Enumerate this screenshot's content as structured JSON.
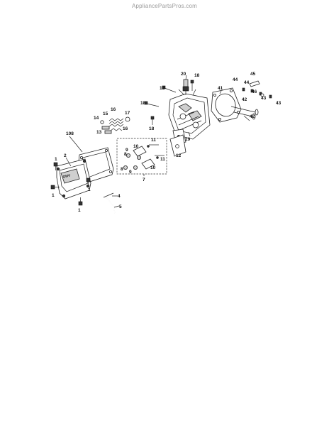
{
  "watermark": "AppliancePartsPros.com",
  "callouts": [
    {
      "id": "c1a",
      "text": "1"
    },
    {
      "id": "c1b",
      "text": "1"
    },
    {
      "id": "c1c",
      "text": "1"
    },
    {
      "id": "c1d",
      "text": "1"
    },
    {
      "id": "c2",
      "text": "2"
    },
    {
      "id": "c4",
      "text": "4"
    },
    {
      "id": "c5",
      "text": "5"
    },
    {
      "id": "c7",
      "text": "7"
    },
    {
      "id": "c8a",
      "text": "8"
    },
    {
      "id": "c8b",
      "text": "8"
    },
    {
      "id": "c9a",
      "text": "9"
    },
    {
      "id": "c9b",
      "text": "9"
    },
    {
      "id": "c10a",
      "text": "10"
    },
    {
      "id": "c10b",
      "text": "10"
    },
    {
      "id": "c11a",
      "text": "11"
    },
    {
      "id": "c11b",
      "text": "11"
    },
    {
      "id": "c12",
      "text": "12"
    },
    {
      "id": "c13",
      "text": "13"
    },
    {
      "id": "c14",
      "text": "14"
    },
    {
      "id": "c15",
      "text": "15"
    },
    {
      "id": "c16a",
      "text": "16"
    },
    {
      "id": "c16b",
      "text": "16"
    },
    {
      "id": "c17",
      "text": "17"
    },
    {
      "id": "c18a",
      "text": "18"
    },
    {
      "id": "c18b",
      "text": "18"
    },
    {
      "id": "c18c",
      "text": "18"
    },
    {
      "id": "c18d",
      "text": "18"
    },
    {
      "id": "c19",
      "text": "19"
    },
    {
      "id": "c20",
      "text": "20"
    },
    {
      "id": "c41",
      "text": "41"
    },
    {
      "id": "c42a",
      "text": "42"
    },
    {
      "id": "c42b",
      "text": "42"
    },
    {
      "id": "c43a",
      "text": "43"
    },
    {
      "id": "c43b",
      "text": "43"
    },
    {
      "id": "c44a",
      "text": "44"
    },
    {
      "id": "c44b",
      "text": "44"
    },
    {
      "id": "c45",
      "text": "45"
    },
    {
      "id": "c46",
      "text": "46"
    },
    {
      "id": "c108",
      "text": "108"
    }
  ]
}
